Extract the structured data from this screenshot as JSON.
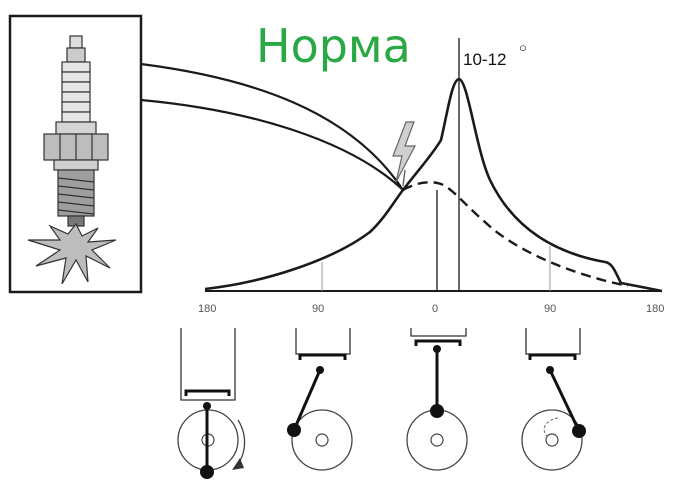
{
  "title": "Норма",
  "ignition_advance": {
    "label": "10-12",
    "degree_symbol": "○"
  },
  "crank_angle_axis": {
    "ticks": [
      "180",
      "90",
      "0",
      "90",
      "180"
    ]
  },
  "colors": {
    "title": "#2aa843",
    "lines": "#1a1a1a",
    "spark": "#888888"
  },
  "icons": {
    "spark_plug": "spark-plug-icon",
    "spark": "lightning-bolt-icon"
  },
  "curves": {
    "combustion_pressure": "solid",
    "compression_only_pressure": "dashed"
  },
  "piston_stages": [
    {
      "crank_position": "bottom",
      "arrow": "rotation"
    },
    {
      "crank_position": "left"
    },
    {
      "crank_position": "top"
    },
    {
      "crank_position": "right"
    }
  ]
}
